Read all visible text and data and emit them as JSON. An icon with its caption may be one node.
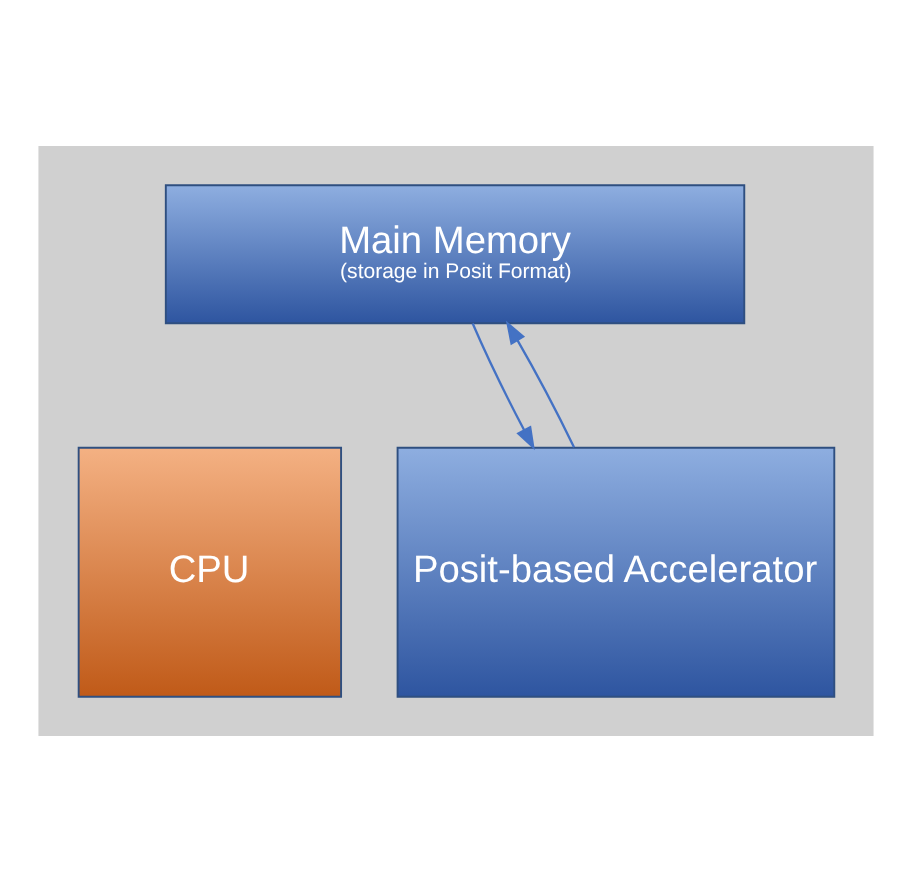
{
  "diagram": {
    "nodes": [
      {
        "text": [],
        "shape": "box"
      },
      {
        "text": [
          "Main Memory",
          "(storage in Posit Format)"
        ],
        "in": 0
      },
      {
        "text": [
          "CPU"
        ],
        "in": 0
      },
      {
        "text": [
          "Posit-based Accelerator"
        ],
        "in": 0
      }
    ],
    "edges": [
      {
        "from": 3,
        "to": 1,
        "arrow": "to"
      },
      {
        "from": 1,
        "to": 3,
        "arrow": "to"
      }
    ]
  }
}
